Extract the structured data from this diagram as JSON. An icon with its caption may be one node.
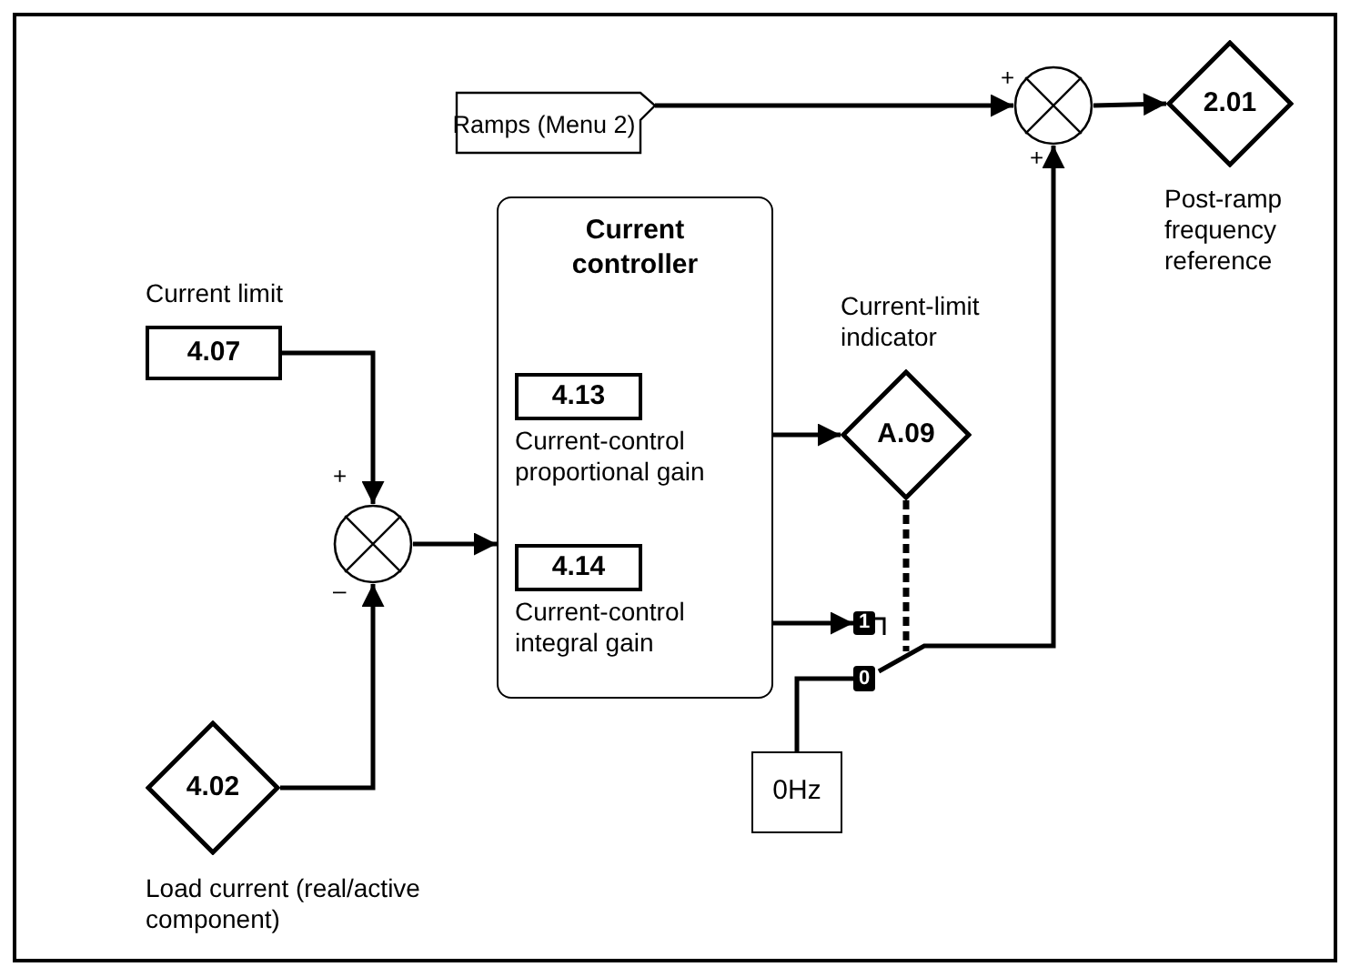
{
  "diagram": {
    "nodes": [
      {
        "text": [
          "Ramps (Menu 2)"
        ]
      },
      {
        "text": [],
        "shape": "circle"
      },
      {
        "text": [
          "2.01"
        ],
        "beside": [
          "Post-ramp frequency reference"
        ]
      },
      {
        "text": [
          "4.07"
        ],
        "beside": [
          "Current limit"
        ]
      },
      {
        "text": [],
        "shape": "circle"
      },
      {
        "text": [
          "Current controller"
        ]
      },
      {
        "text": [
          "4.13"
        ],
        "in": 5,
        "beside": [
          "Current-control proportional gain"
        ]
      },
      {
        "text": [
          "4.14"
        ],
        "in": 5,
        "beside": [
          "Current-control integral gain"
        ]
      },
      {
        "text": [
          "A.09"
        ],
        "beside": [
          "Current-limit indicator"
        ]
      },
      {
        "text": [
          "1"
        ]
      },
      {
        "text": [
          "0"
        ]
      },
      {
        "text": [
          "0Hz"
        ]
      },
      {
        "text": [
          "4.02"
        ],
        "beside": [
          "Load current (real/active component)"
        ]
      }
    ],
    "edges": [
      {
        "from": 0,
        "to": 1,
        "arrow": "to"
      },
      {
        "from": 1,
        "to": 2,
        "arrow": "to"
      },
      {
        "from": 3,
        "to": 4,
        "arrow": "to"
      },
      {
        "from": 12,
        "to": 4,
        "arrow": "to"
      },
      {
        "from": 4,
        "to": 5,
        "arrow": "to"
      },
      {
        "from": 5,
        "to": 8,
        "arrow": "to"
      },
      {
        "from": 5,
        "to": 9,
        "arrow": "to"
      },
      {
        "from": 11,
        "to": 10,
        "arrow": "none"
      },
      {
        "from": 10,
        "to": 1,
        "arrow": "to"
      },
      {
        "from": 8,
        "to": null,
        "arrow": "none",
        "style": "dashed"
      }
    ],
    "labels": [
      "+",
      "+",
      "+",
      "–"
    ]
  }
}
